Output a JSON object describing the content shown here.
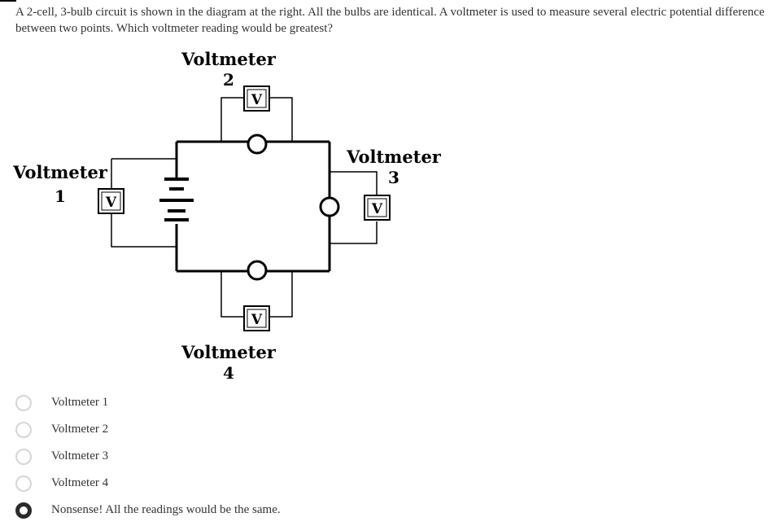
{
  "question": {
    "text": "A 2-cell, 3-bulb circuit is shown in the diagram at the right. All the bulbs are identical. A voltmeter is used to measure several electric potential difference between two points. Which voltmeter reading would be greatest?"
  },
  "diagram": {
    "voltmeters": [
      {
        "label": "Voltmeter",
        "number": "1",
        "symbol": "V"
      },
      {
        "label": "Voltmeter",
        "number": "2",
        "symbol": "V"
      },
      {
        "label": "Voltmeter",
        "number": "3",
        "symbol": "V"
      },
      {
        "label": "Voltmeter",
        "number": "4",
        "symbol": "V"
      }
    ]
  },
  "options": [
    {
      "label": "Voltmeter 1",
      "selected": false
    },
    {
      "label": "Voltmeter 2",
      "selected": false
    },
    {
      "label": "Voltmeter 3",
      "selected": false
    },
    {
      "label": "Voltmeter 4",
      "selected": false
    },
    {
      "label": "Nonsense! All the readings would be the same.",
      "selected": true
    }
  ],
  "colors": {
    "text": "#333333",
    "wire": "#000000",
    "radio_border": "#d6d6d6",
    "radio_selected": "#2b2b2b"
  }
}
